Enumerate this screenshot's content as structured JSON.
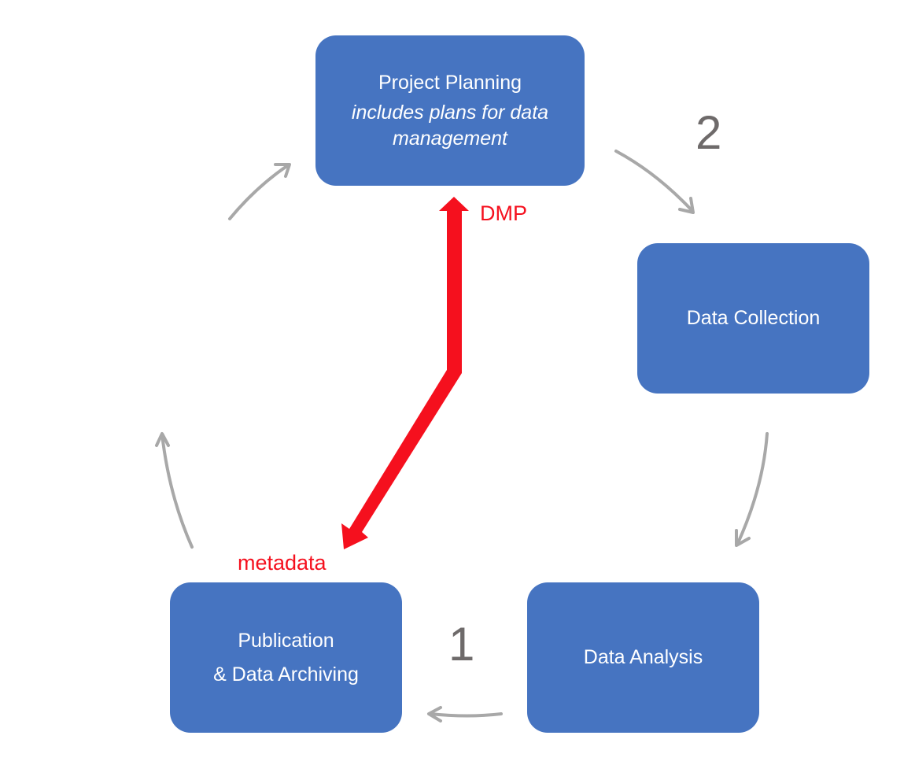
{
  "diagram": {
    "nodes": {
      "planning": {
        "title": "Project Planning",
        "subtitle": "includes plans for data management"
      },
      "collection": {
        "title": "Data Collection"
      },
      "analysis": {
        "title": "Data Analysis"
      },
      "publication": {
        "title": "Publication",
        "title_line2": "& Data Archiving"
      }
    },
    "labels": {
      "dmp": "DMP",
      "metadata": "metadata",
      "step_1": "1",
      "step_2": "2"
    },
    "colors": {
      "box_fill": "#4674c1",
      "cycle_arrow": "#a8a8a8",
      "highlight_arrow": "#f5101e",
      "step_number": "#6e6a6a"
    },
    "edges": [
      {
        "from": "planning",
        "to": "collection"
      },
      {
        "from": "collection",
        "to": "analysis"
      },
      {
        "from": "analysis",
        "to": "publication"
      },
      {
        "from": "publication",
        "to": "planning"
      },
      {
        "from": "publication",
        "to": "planning",
        "label": "DMP",
        "style": "highlight"
      },
      {
        "from": "planning",
        "to": "publication",
        "label": "metadata",
        "style": "highlight"
      }
    ]
  }
}
